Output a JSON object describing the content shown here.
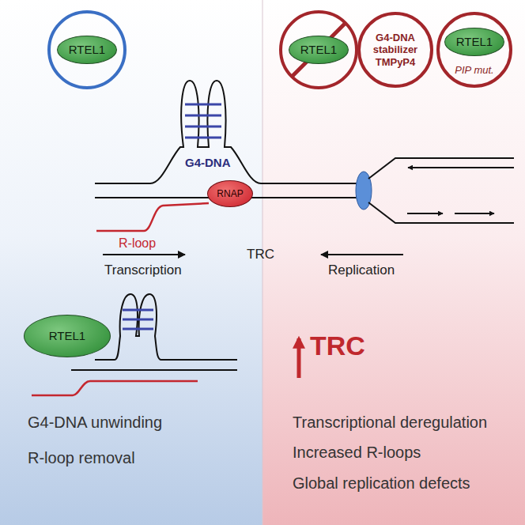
{
  "diagram": {
    "nodes": [
      {
        "text": [
          "RTEL1"
        ]
      },
      {
        "text": [
          "RTEL1"
        ]
      },
      {
        "text": [
          "G4-DNA stabilizer TMPyP4"
        ]
      },
      {
        "text": [
          "PIP mut."
        ]
      },
      {
        "text": [
          "RTEL1"
        ],
        "in": 3
      },
      {
        "text": [
          "RNAP"
        ]
      },
      {
        "text": [
          "RTEL1"
        ]
      }
    ],
    "labels": [
      "G4-DNA",
      "R-loop",
      "Transcription",
      "TRC",
      "Replication",
      "TRC",
      "G4-DNA unwinding",
      "R-loop removal",
      "Transcriptional deregulation",
      "Increased R-loops",
      "Global replication defects"
    ]
  }
}
